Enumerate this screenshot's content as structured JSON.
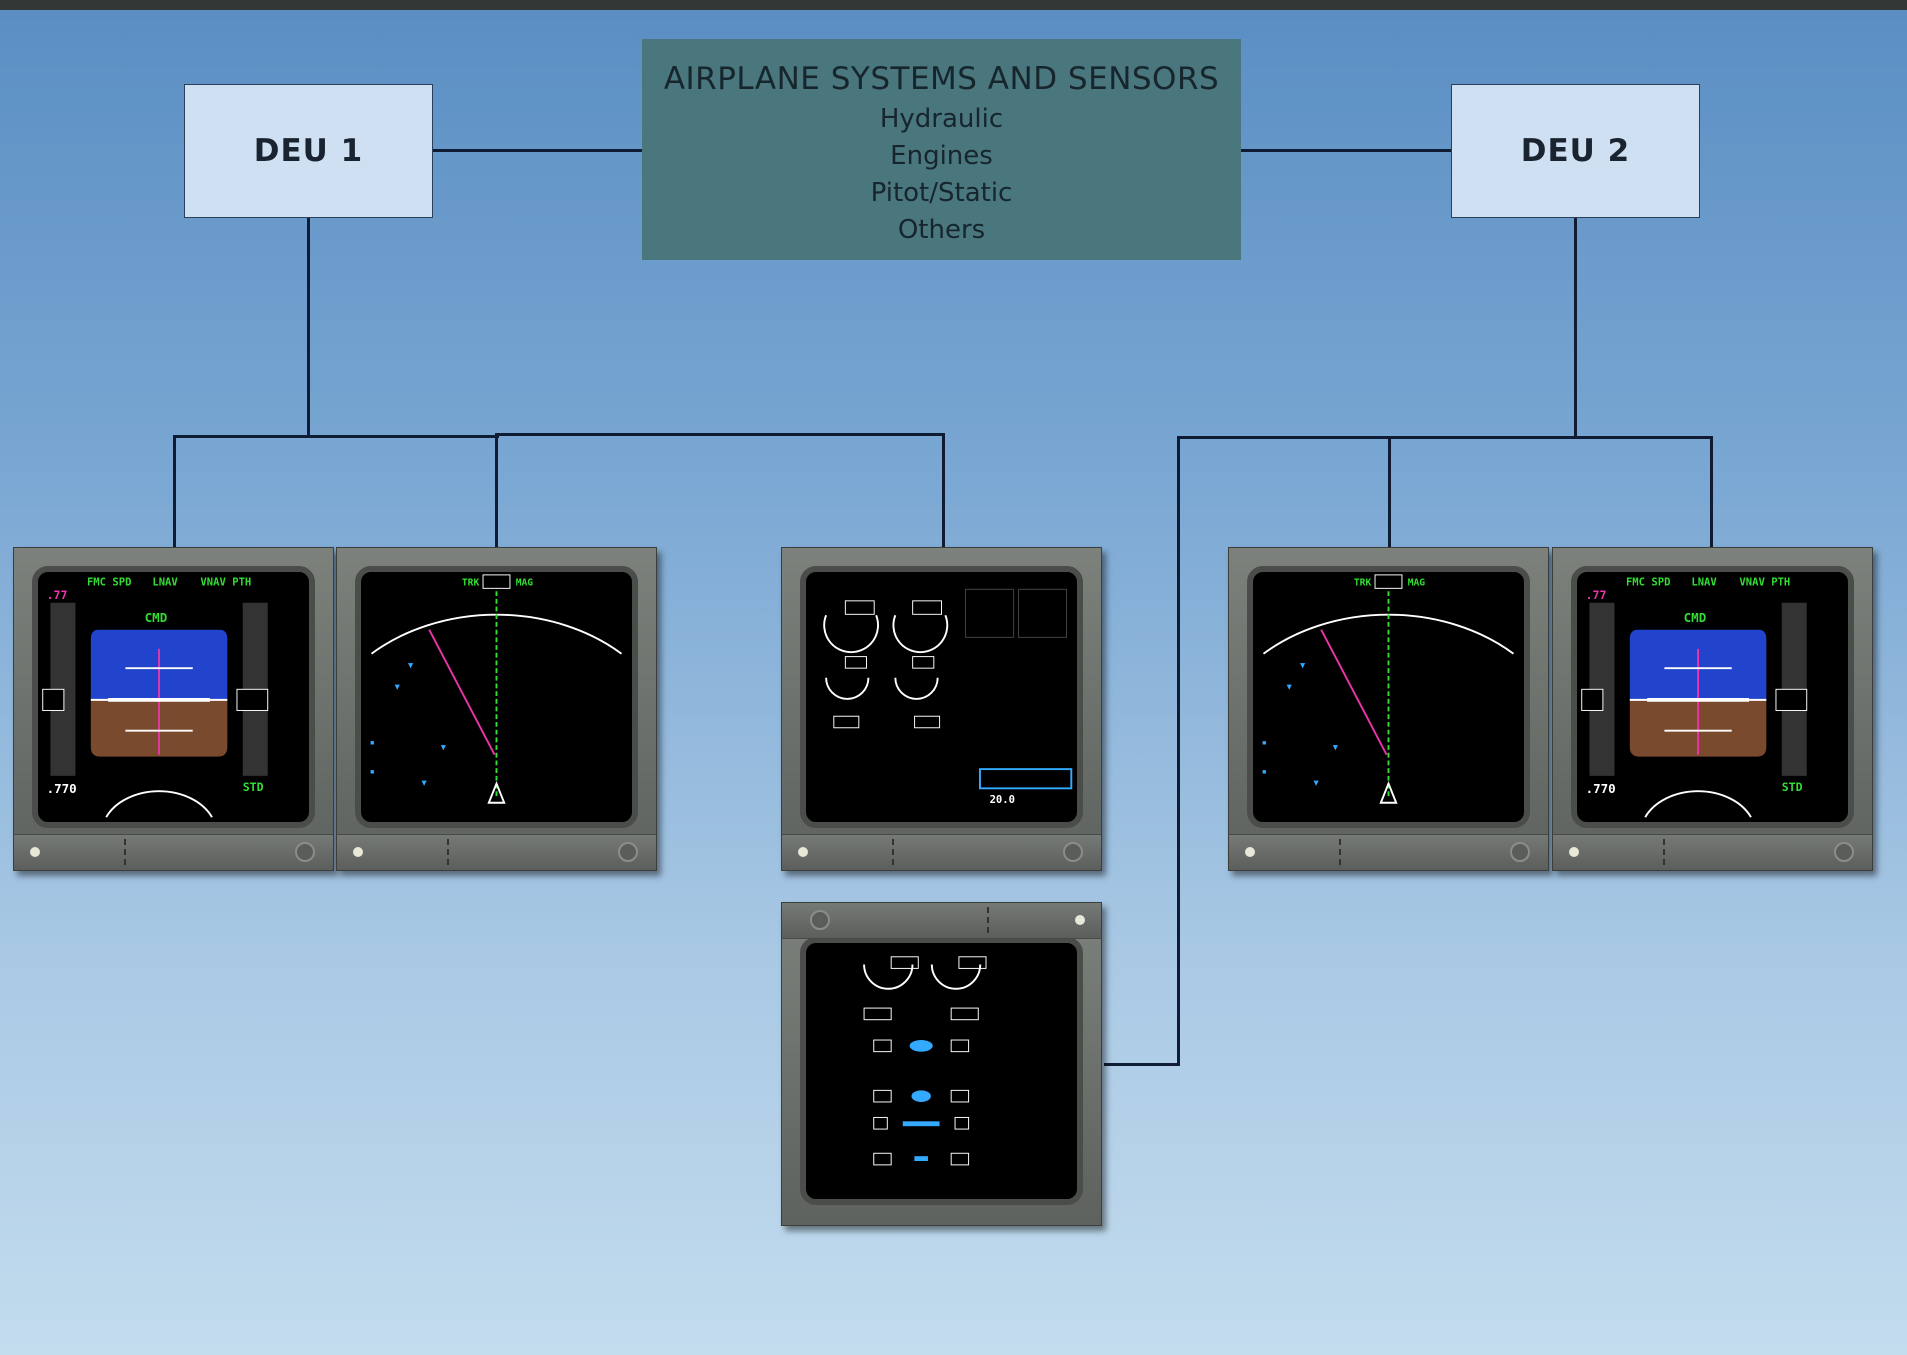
{
  "top_box": {
    "title": "AIRPLANE SYSTEMS AND SENSORS",
    "items": [
      "Hydraulic",
      "Engines",
      "Pitot/Static",
      "Others"
    ]
  },
  "deu1": {
    "label": "DEU 1"
  },
  "deu2": {
    "label": "DEU 2"
  },
  "pfd": {
    "mode1": "FMC SPD",
    "mode2": "LNAV",
    "mode3": "VNAV PTH",
    "mach_target": ".77",
    "mach": ".770",
    "baro": "STD",
    "ap": "CMD"
  },
  "nd": {
    "trk": "TRK",
    "mag": "MAG"
  },
  "eicas": {
    "tat": "20.0"
  },
  "colors": {
    "sky": "#2244cc",
    "ground": "#7a4a2e",
    "green": "#33dd33",
    "magenta": "#ee33aa",
    "cyan": "#33aaff"
  }
}
